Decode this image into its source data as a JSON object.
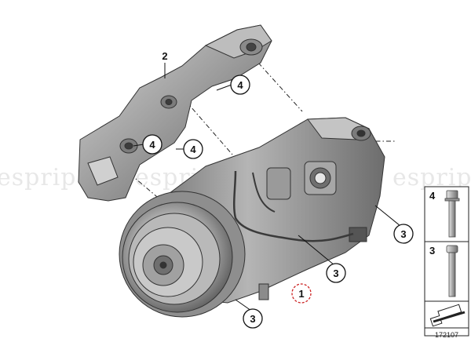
{
  "diagram": {
    "callouts": {
      "item_1": "1",
      "item_2": "2",
      "item_3": "3",
      "item_4": "4"
    },
    "legend": {
      "bolt_top_label": "4",
      "bolt_bottom_label": "3",
      "reference_number": "172107"
    },
    "watermark": "espripa",
    "colors": {
      "line": "#222222",
      "highlight": "#cc2222",
      "metal_dark": "#6a6a6a",
      "metal_mid": "#9a9a9a",
      "metal_light": "#c9c9c9"
    }
  }
}
